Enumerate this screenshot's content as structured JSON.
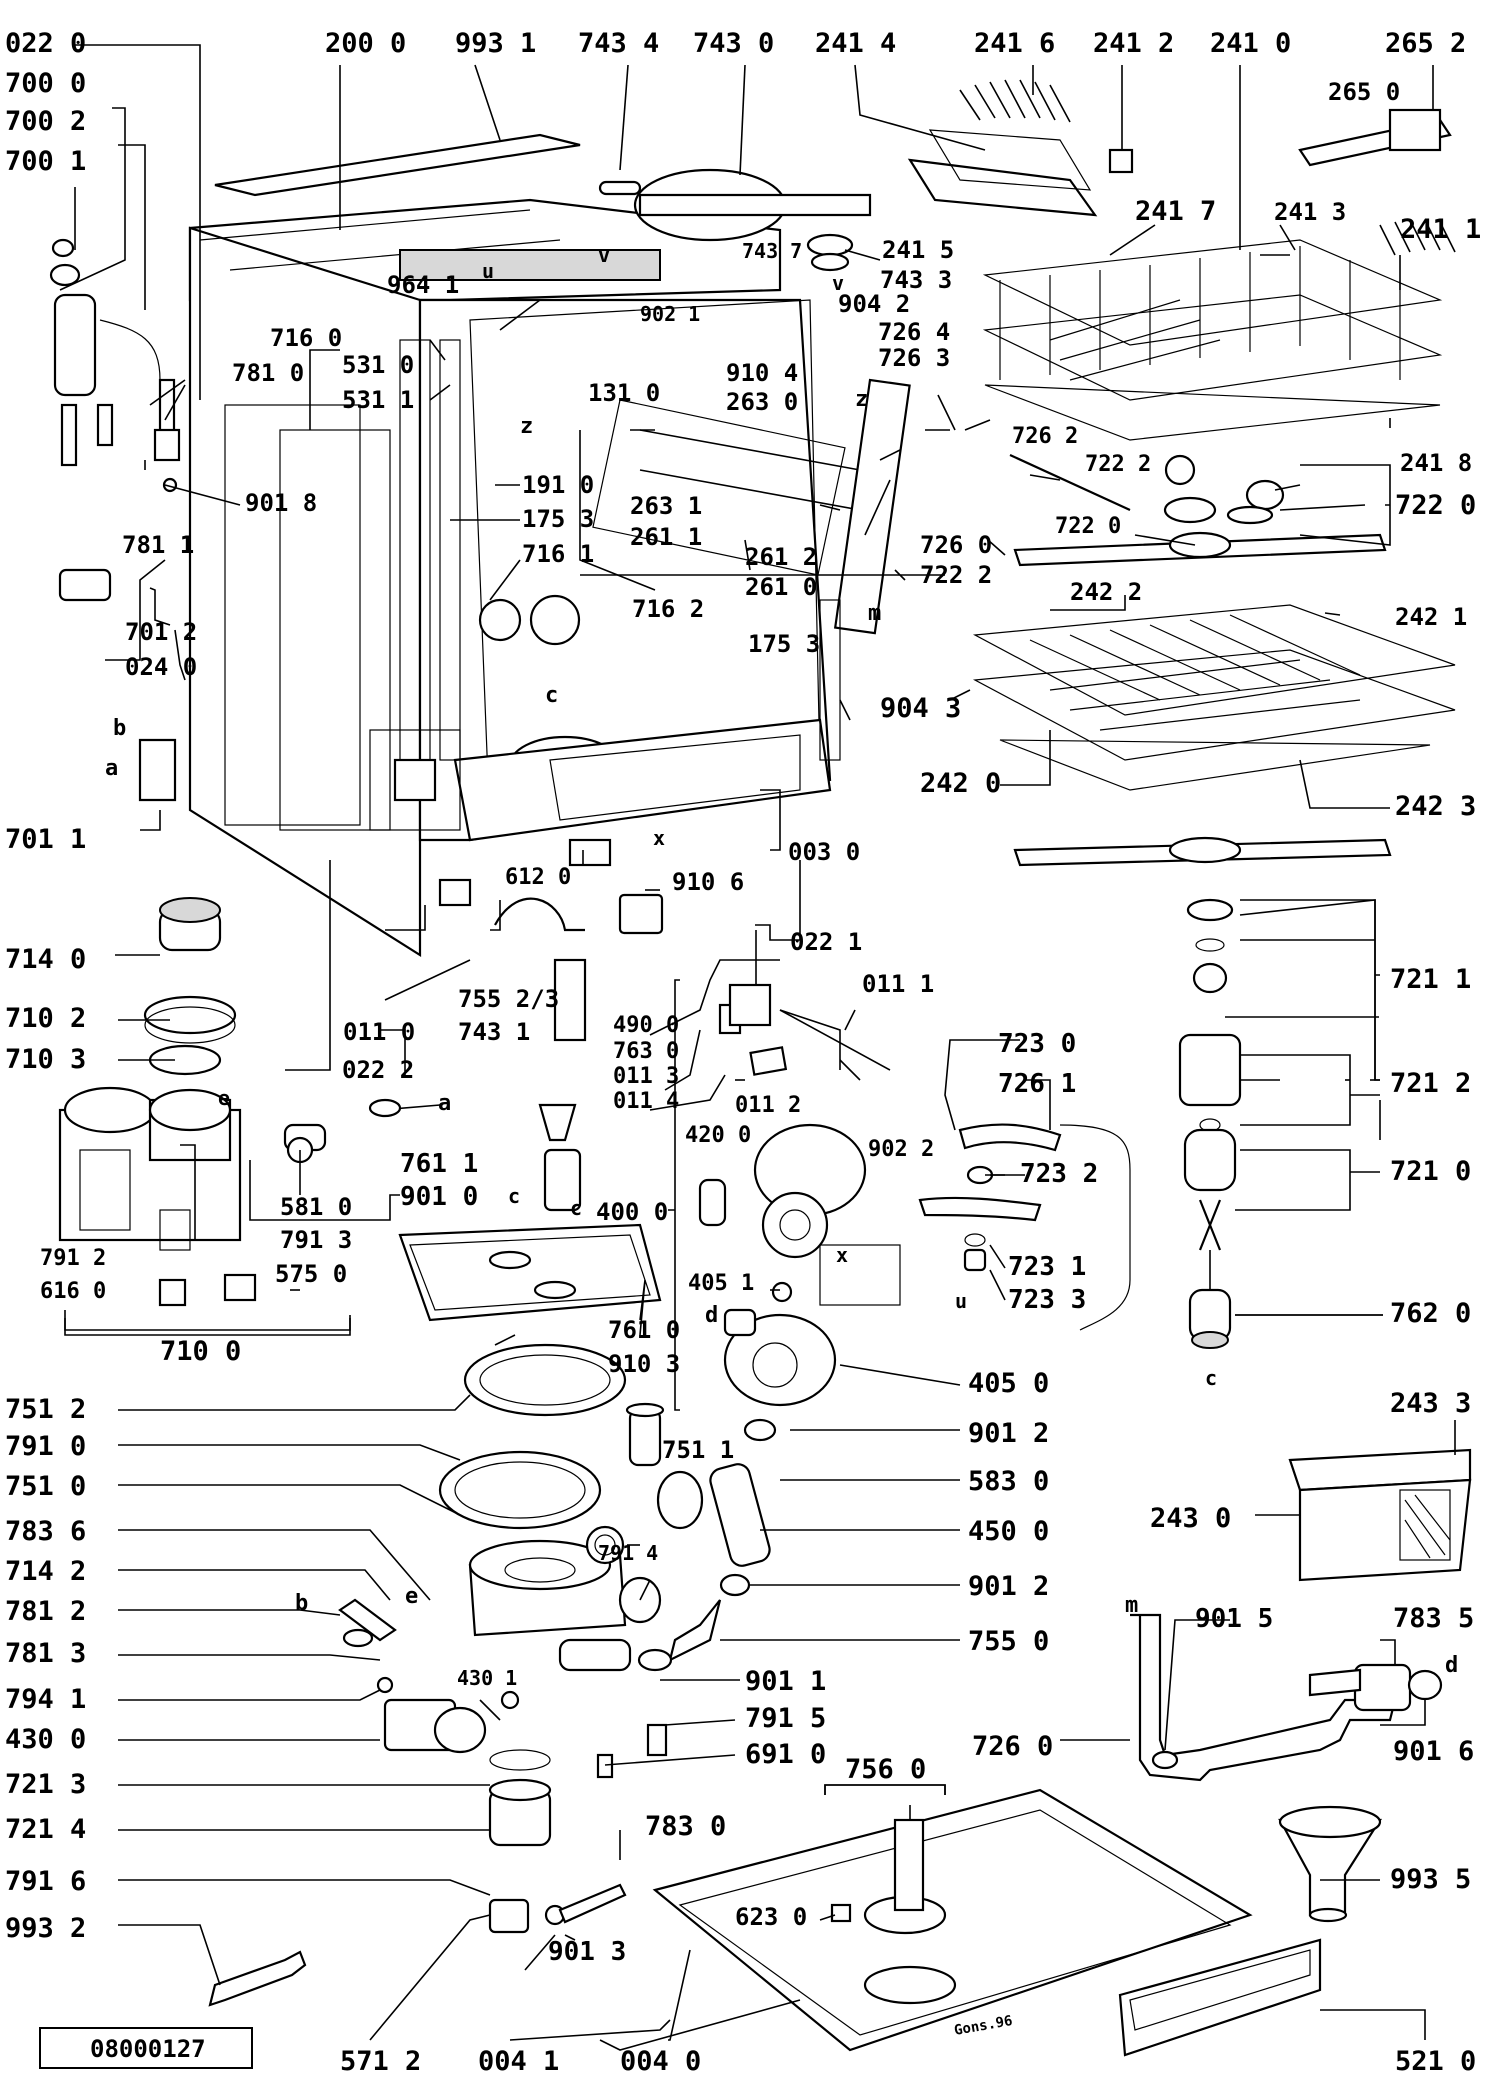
{
  "labels": {
    "l0220": "022 0",
    "l2000": "200 0",
    "l9931": "993 1",
    "l7434": "743 4",
    "l7430": "743 0",
    "l2414": "241 4",
    "l2416": "241 6",
    "l2412": "241 2",
    "l2410": "241 0",
    "l2652": "265 2",
    "l2650": "265 0",
    "l7000": "700 0",
    "l7002": "700 2",
    "l7001": "700 1",
    "l7437": "743 7",
    "l2415": "241 5",
    "l7433": "743 3",
    "l2417": "241 7",
    "l2413": "241 3",
    "l2411": "241 1",
    "l9641": "964 1",
    "l9021": "902 1",
    "l9042": "904 2",
    "l7264": "726 4",
    "l7263": "726 3",
    "l7160": "716 0",
    "l7810": "781 0",
    "l5310": "531 0",
    "l5311": "531 1",
    "l9104": "910 4",
    "l2630": "263 0",
    "l1310": "131 0",
    "l7262": "726 2",
    "l2418": "241 8",
    "l7222a": "722 2",
    "l7220": "722 0",
    "l7220b": "722 0",
    "l9018": "901 8",
    "l7811": "781 1",
    "l1910": "191 0",
    "l1753": "175 3",
    "l7161": "716 1",
    "l2631": "263 1",
    "l2611": "261 1",
    "l2612": "261 2",
    "l2610": "261 0",
    "l7260a": "726 0",
    "l7222b": "722 2",
    "l7162": "716 2",
    "l2422": "242 2",
    "l2421": "242 1",
    "l7012": "701 2",
    "l0240": "024 0",
    "l1753b": "175 3",
    "l9043": "904 3",
    "la": "a",
    "lb": "b",
    "lc": "c",
    "lz1": "z",
    "lz2": "z",
    "lm": "m",
    "lu": "u",
    "lv": "v",
    "lv2": "v",
    "l2420": "242 0",
    "l2423": "242 3",
    "l7011": "701 1",
    "l0030": "003 0",
    "l6120": "612 0",
    "l9106": "910 6",
    "lx": "x",
    "l0221": "022 1",
    "l7140": "714 0",
    "l7102": "710 2",
    "l7103": "710 3",
    "l0110": "011 0",
    "l0222": "022 2",
    "l7552": "755 2/3",
    "l7431": "743 1",
    "l4900": "490 0",
    "l7630": "763 0",
    "l0113": "011 3",
    "l0114": "011 4",
    "l0111": "011 1",
    "l0112": "011 2",
    "l9022": "902 2",
    "l7211": "721 1",
    "l7212": "721 2",
    "l7210": "721 0",
    "l7620": "762 0",
    "l7230": "723 0",
    "l7261": "726 1",
    "l7232": "723 2",
    "l7231": "723 1",
    "l7233": "723 3",
    "l4200": "420 0",
    "l4000": "400 0",
    "l7611": "761 1",
    "l9010": "901 0",
    "l5810": "581 0",
    "l7913": "791 3",
    "l7912": "791 2",
    "l6160": "616 0",
    "l5750": "575 0",
    "l7100": "710 0",
    "l4051": "405 1",
    "l7610": "761 0",
    "l9103": "910 3",
    "l4050": "405 0",
    "l7512": "751 2",
    "l7910": "791 0",
    "l7510": "751 0",
    "l7836": "783 6",
    "l7142": "714 2",
    "l7812": "781 2",
    "l7813": "781 3",
    "l7941": "794 1",
    "l4300": "430 0",
    "l7213": "721 3",
    "l7214": "721 4",
    "l7916": "791 6",
    "l9932": "993 2",
    "l7511": "751 1",
    "l9012": "901 2",
    "l5830": "583 0",
    "l4500": "450 0",
    "l9012b": "901 2",
    "l7550": "755 0",
    "l9011": "901 1",
    "l7915": "791 5",
    "l6910": "691 0",
    "l7914": "791 4",
    "l4301": "430 1",
    "l2433": "243 3",
    "l2430": "243 0",
    "l9015": "901 5",
    "l7835": "783 5",
    "l7260b": "726 0",
    "l9016": "901 6",
    "l7560": "756 0",
    "l7830": "783 0",
    "l6230": "623 0",
    "l9935": "993 5",
    "l5712": "571 2",
    "l0041": "004 1",
    "l0040": "004 0",
    "l9013": "901 3",
    "l5210": "521 0",
    "lm2": "m",
    "ld": "d",
    "ld2": "d",
    "le": "e",
    "le2": "e",
    "lb2": "b",
    "la2": "a",
    "lc2": "c",
    "lc3": "c",
    "lc4": "c",
    "lx2": "x",
    "lu2": "u",
    "signature": "Gons.96"
  },
  "footer": {
    "document_number": "08000127"
  }
}
